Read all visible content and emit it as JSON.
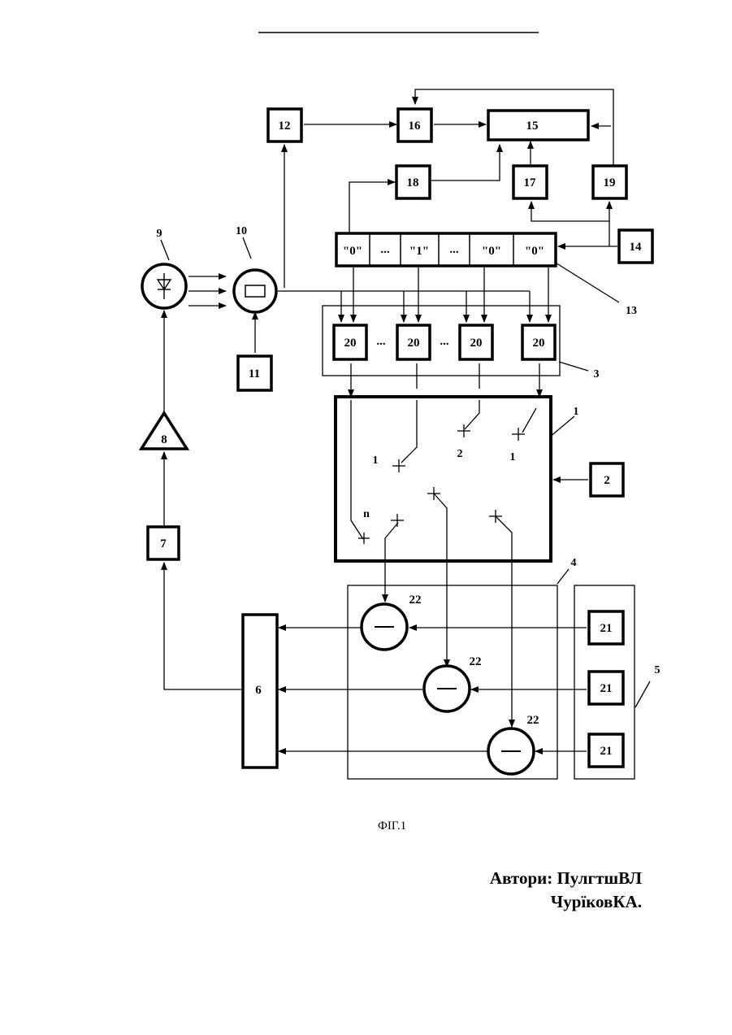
{
  "diagram": {
    "blocks": {
      "b1": "1",
      "b2": "2",
      "b3": "3",
      "b4": "4",
      "b5": "5",
      "b6": "6",
      "b7": "7",
      "b8": "8",
      "b9": "9",
      "b10": "10",
      "b11": "11",
      "b12": "12",
      "b13": "13",
      "b14": "14",
      "b15": "15",
      "b16": "16",
      "b17": "17",
      "b18": "18",
      "b19": "19",
      "b20": "20",
      "b21": "21",
      "b22": "22"
    },
    "register_cells": [
      "\"0\"",
      "...",
      "\"1\"",
      "...",
      "\"0\"",
      "\"0\""
    ],
    "node_labels": {
      "n": "n",
      "one": "1",
      "two": "2"
    },
    "ellipsis": "..."
  },
  "caption": "ФІГ.1",
  "authors": {
    "line1": "Автори: ПулгтшВЛ",
    "line2": "ЧурїковКА."
  }
}
